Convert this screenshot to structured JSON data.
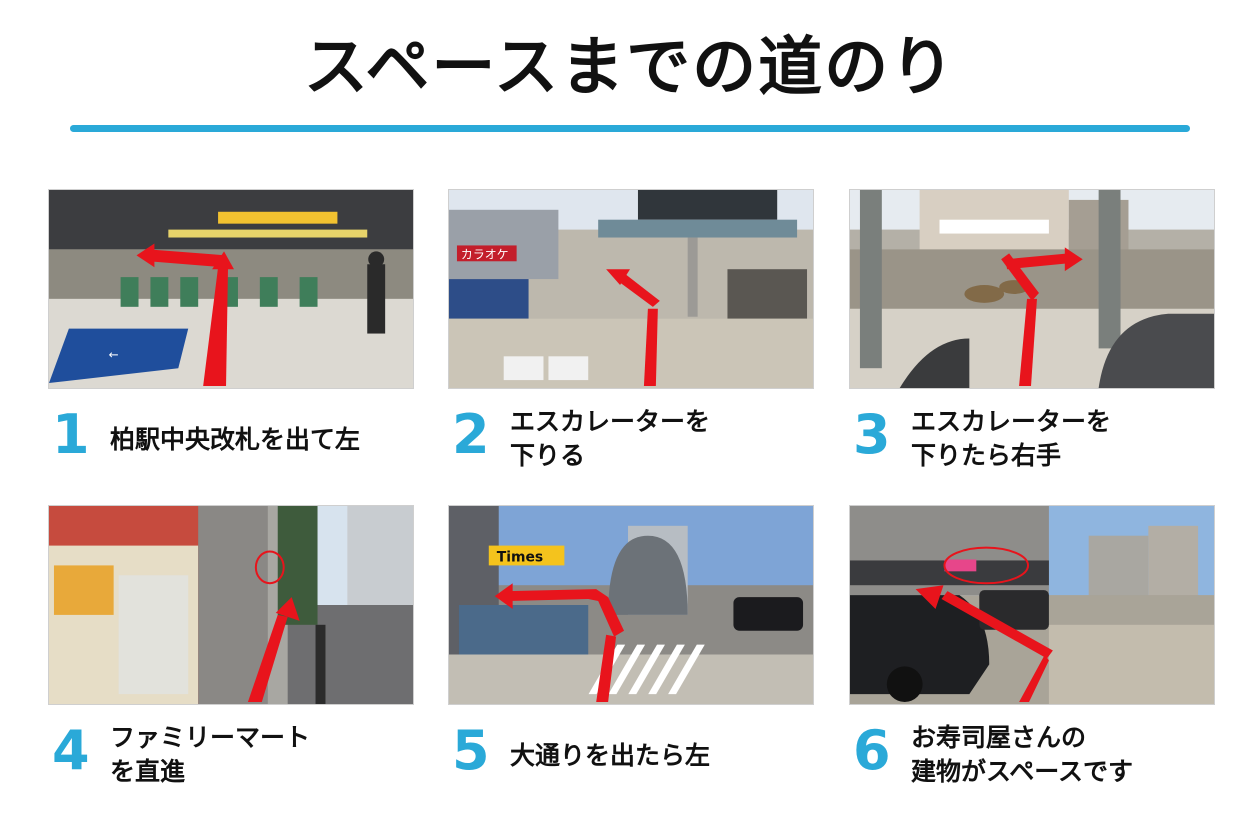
{
  "page": {
    "title": "スペースまでの道のり"
  },
  "steps": [
    {
      "number": "1",
      "line1": "柏駅中央改札を出て左",
      "line2": ""
    },
    {
      "number": "2",
      "line1": "エスカレーターを",
      "line2": "下りる"
    },
    {
      "number": "3",
      "line1": "エスカレーターを",
      "line2": "下りたら右手"
    },
    {
      "number": "4",
      "line1": "ファミリーマート",
      "line2": "を直進"
    },
    {
      "number": "5",
      "line1": "大通りを出たら左",
      "line2": ""
    },
    {
      "number": "6",
      "line1": "お寿司屋さんの",
      "line2": "建物がスペースです"
    }
  ],
  "photo_signs": {
    "karaoke": "カラオケ",
    "times": "Times"
  },
  "colors": {
    "accent": "#2aa9d8",
    "arrow": "#e8141c",
    "text": "#111111"
  },
  "icons": [
    "red-arrow-icon",
    "red-circle-highlight-icon"
  ]
}
